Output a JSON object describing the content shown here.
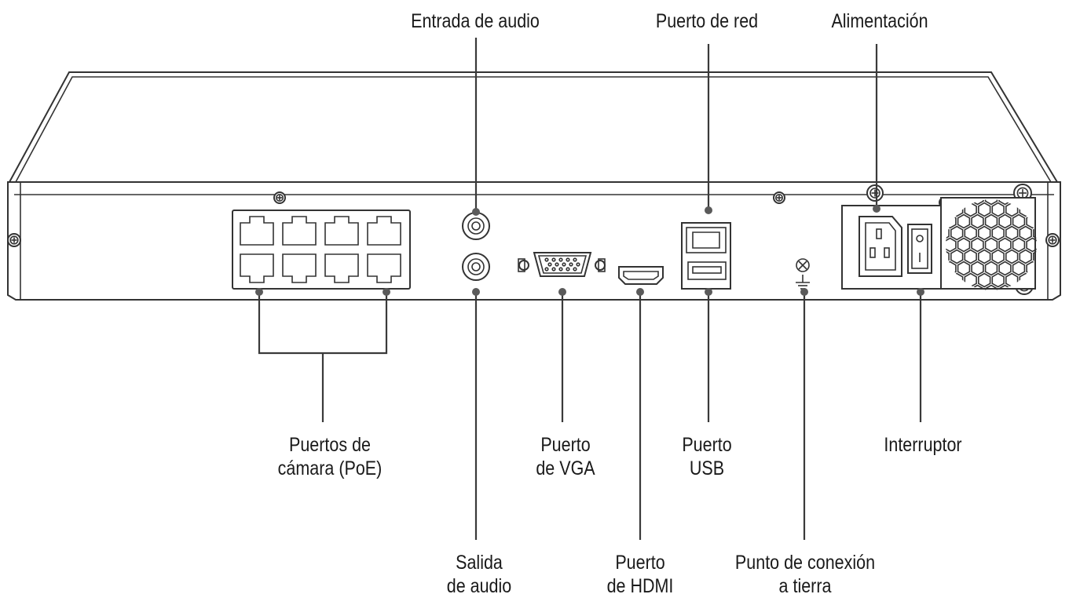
{
  "labels": {
    "audio_in": "Entrada de audio",
    "network": "Puerto de red",
    "power": "Alimentación",
    "camera_ports": [
      "Puertos de",
      "cámara (PoE)"
    ],
    "vga": [
      "Puerto",
      "de VGA"
    ],
    "usb": [
      "Puerto",
      "USB"
    ],
    "switch": "Interruptor",
    "audio_out": [
      "Salida",
      "de audio"
    ],
    "hdmi": [
      "Puerto",
      "de HDMI"
    ],
    "ground": [
      "Punto de conexión",
      "a tierra"
    ]
  },
  "colors": {
    "line": "#3a3a3a",
    "text": "#1a1a1a",
    "device_fill": "#ffffff"
  },
  "icons": [
    "screw-icon",
    "ground-symbol-icon",
    "rj45-port-icon",
    "rca-jack-icon",
    "vga-port-icon",
    "hdmi-port-icon",
    "usb-port-icon",
    "power-socket-icon",
    "power-switch-icon",
    "fan-grille-icon"
  ]
}
